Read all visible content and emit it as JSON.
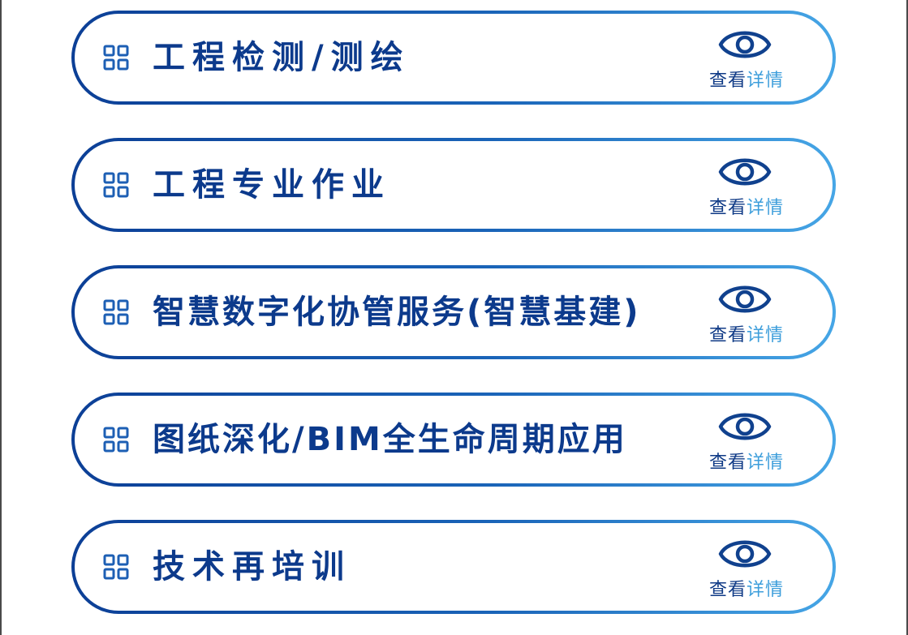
{
  "colors": {
    "title": "#0c3a8c",
    "border_start": "#0c3f96",
    "border_end": "#46a6e6",
    "detail_dark": "#0f3a86",
    "detail_light": "#3d9edb"
  },
  "services": [
    {
      "title": "工程检测/测绘",
      "icon": "grid-icon",
      "detail_icon": "eye-icon",
      "detail_label_part1": "查看",
      "detail_label_part2": "详情"
    },
    {
      "title": "工程专业作业",
      "icon": "grid-icon",
      "detail_icon": "eye-icon",
      "detail_label_part1": "查看",
      "detail_label_part2": "详情"
    },
    {
      "title": "智慧数字化协管服务(智慧基建)",
      "icon": "grid-icon",
      "detail_icon": "eye-icon",
      "detail_label_part1": "查看",
      "detail_label_part2": "详情"
    },
    {
      "title": "图纸深化/BIM全生命周期应用",
      "icon": "grid-icon",
      "detail_icon": "eye-icon",
      "detail_label_part1": "查看",
      "detail_label_part2": "详情"
    },
    {
      "title": "技术再培训",
      "icon": "grid-icon",
      "detail_icon": "eye-icon",
      "detail_label_part1": "查看",
      "detail_label_part2": "详情"
    }
  ]
}
